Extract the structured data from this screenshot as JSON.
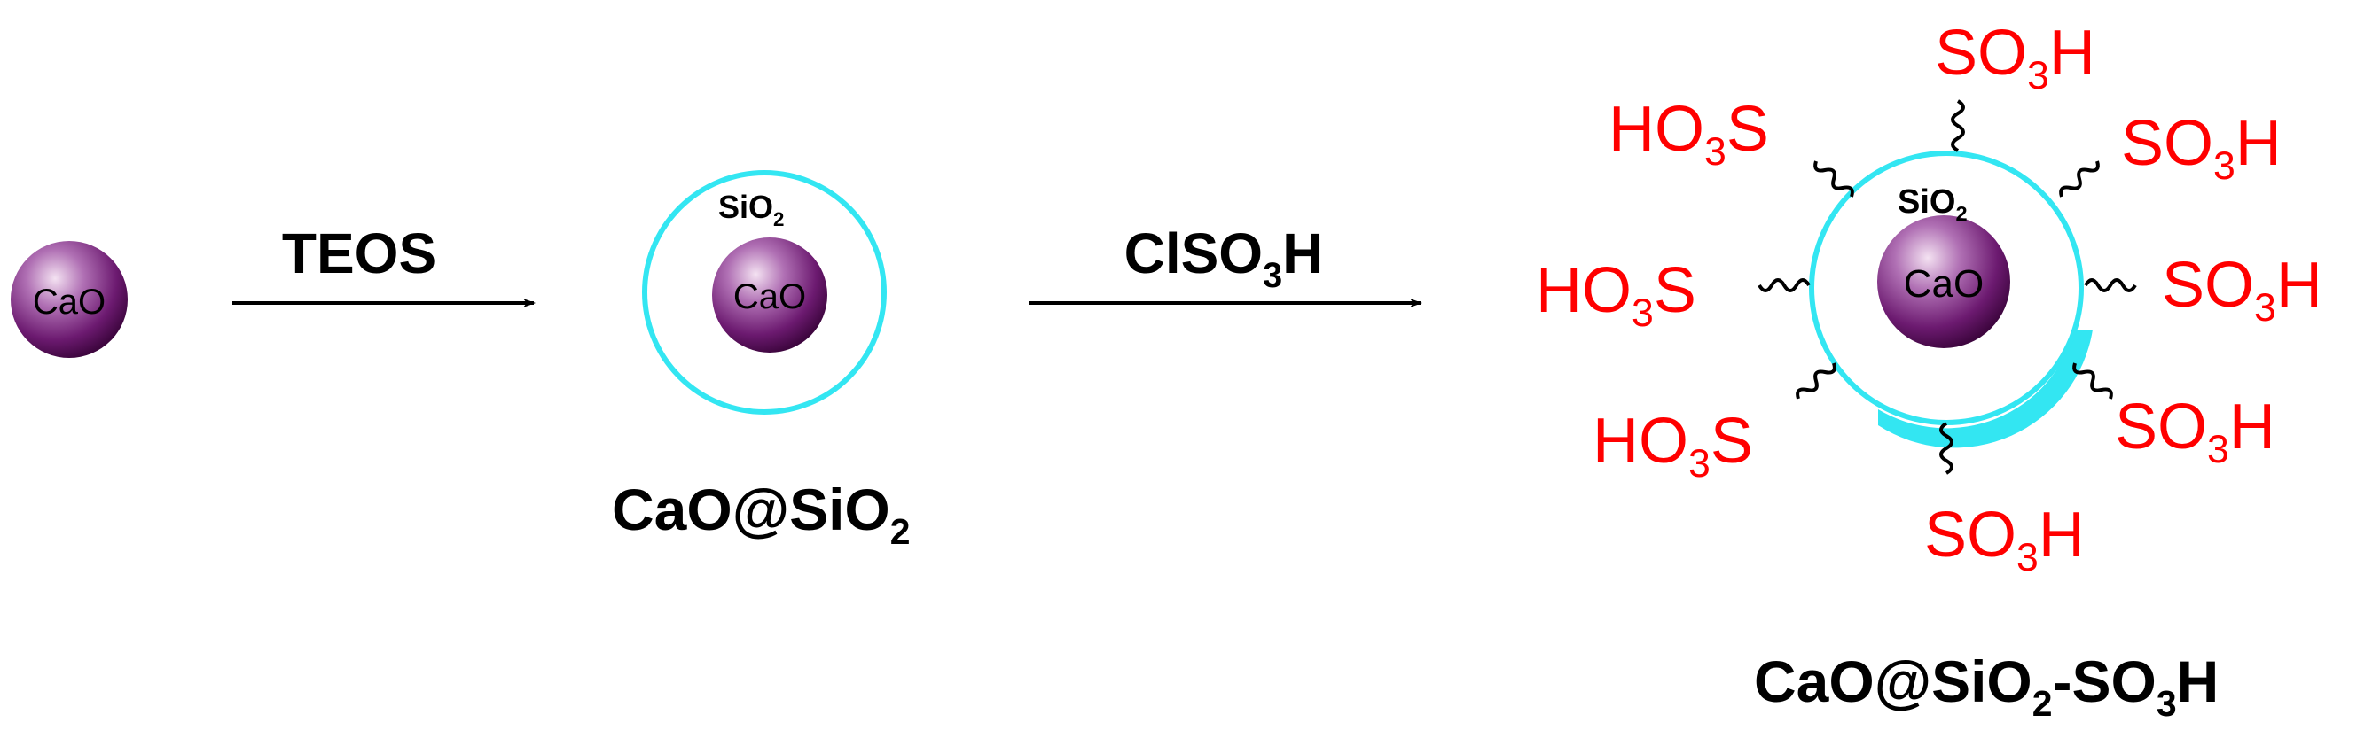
{
  "diagram": {
    "core_label": "CaO",
    "shell_label": "SiO",
    "shell_label_sub": "2",
    "step1": {
      "reagent": "TEOS"
    },
    "step2": {
      "reagent_main": "ClSO",
      "reagent_sub": "3",
      "reagent_tail": "H"
    },
    "product1": {
      "name_main": "CaO@SiO",
      "name_sub": "2"
    },
    "product2": {
      "name_main": "CaO@SiO",
      "name_sub1": "2",
      "name_mid": "-SO",
      "name_sub2": "3",
      "name_tail": "H"
    },
    "group_right": {
      "a": "SO",
      "sub": "3",
      "b": "H"
    },
    "group_left": {
      "a": "HO",
      "sub": "3",
      "b": "S"
    }
  },
  "colors": {
    "core_dark": "#5a0e5c",
    "core_light": "#f2dcf0",
    "shell": "#33e6f2",
    "group": "#ff0000",
    "arrow": "#000000"
  },
  "icons": [
    "cao-nanoparticle-icon",
    "silica-shell-icon",
    "reaction-arrow-icon",
    "linker-icon"
  ]
}
